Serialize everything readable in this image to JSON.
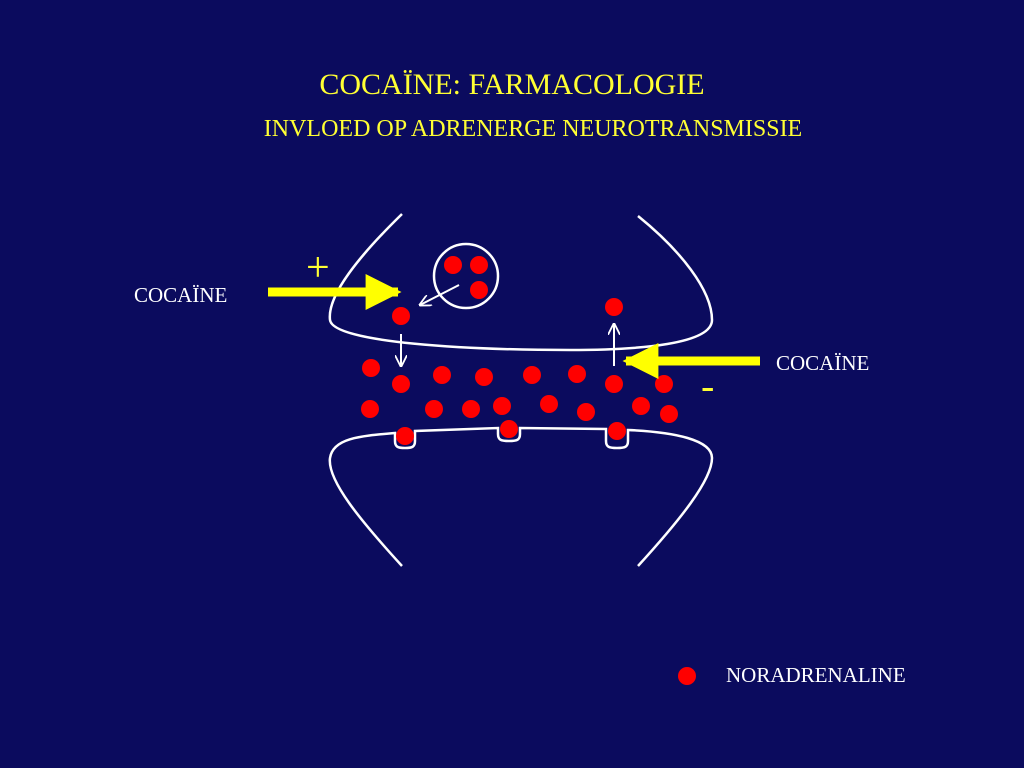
{
  "slide": {
    "title": "COCAÏNE: FARMACOLOGIE",
    "subtitle": "INVLOED OP ADRENERGE NEUROTRANSMISSIE"
  },
  "labels": {
    "cocaine_left": "COCAÏNE",
    "cocaine_right": "COCAÏNE",
    "plus_sign": "+",
    "minus_sign": "-",
    "legend": "NORADRENALINE"
  },
  "colors": {
    "background": "#0b0b5e",
    "text_yellow": "#ffff33",
    "arrow_yellow": "#ffff00",
    "membrane": "#ffffff",
    "noradrenaline_dot": "#ff0000"
  }
}
